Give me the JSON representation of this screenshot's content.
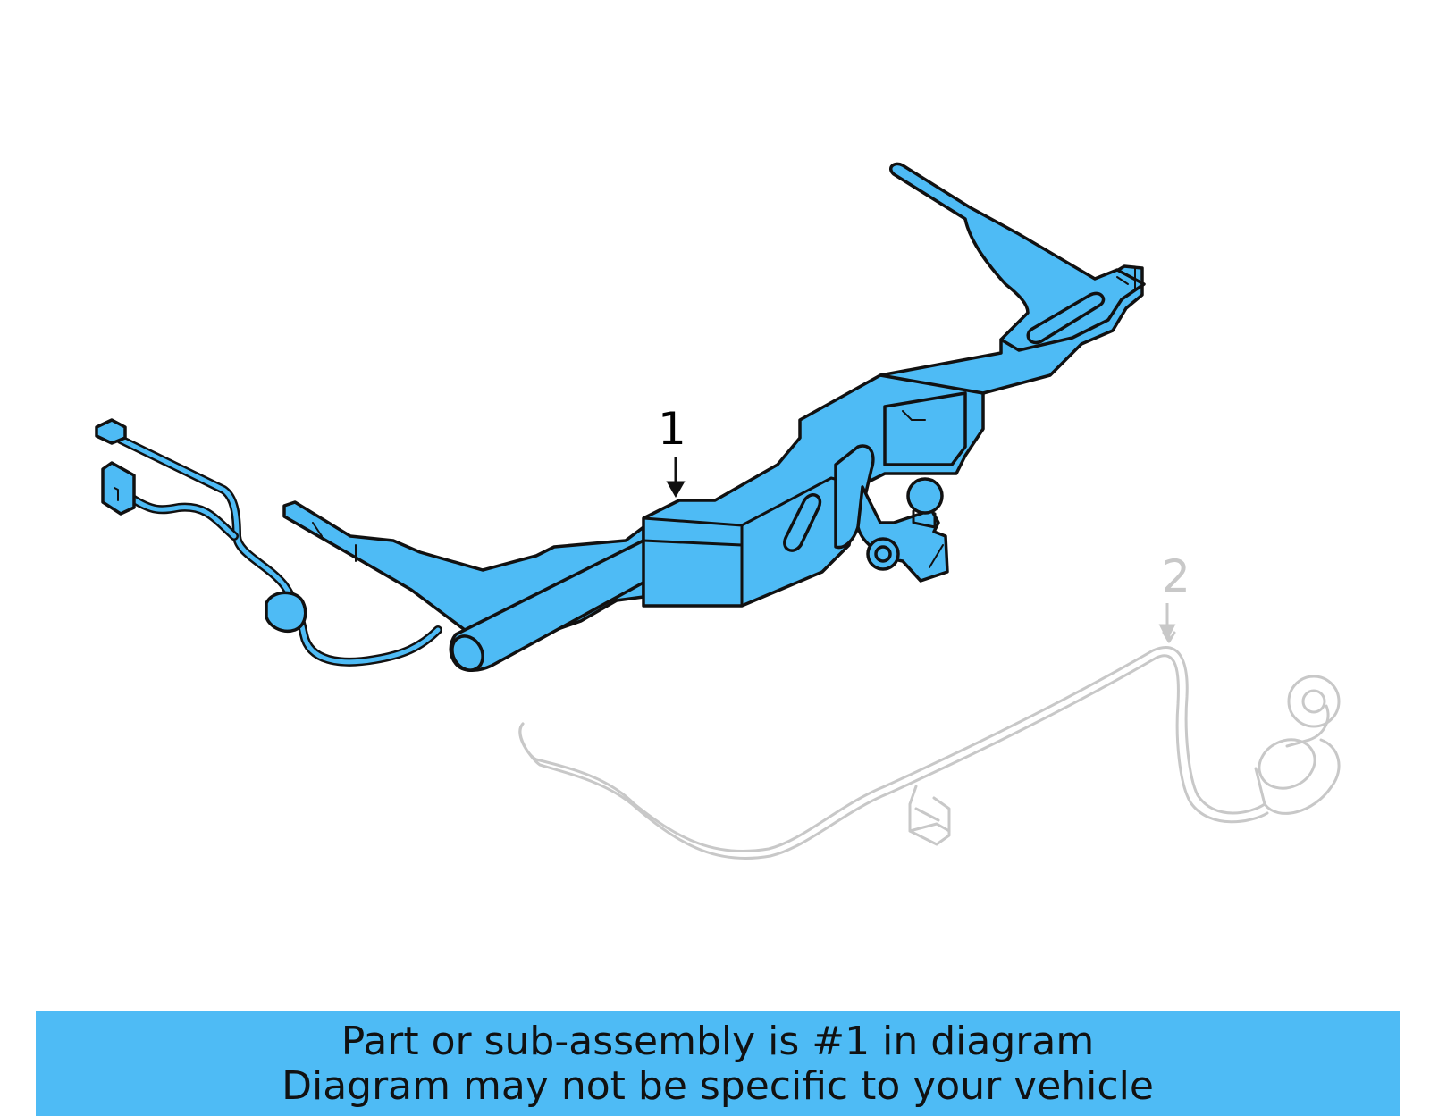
{
  "callouts": {
    "part_1": "1",
    "part_2": "2"
  },
  "banner": {
    "line1": "Part or sub-assembly is #1 in diagram",
    "line2": "Diagram may not be specific to your vehicle"
  },
  "colors": {
    "highlight_fill": "#4ebbf5",
    "outline": "#111111",
    "ghost": "#c8c8c8",
    "banner_background": "#4ebbf5"
  }
}
